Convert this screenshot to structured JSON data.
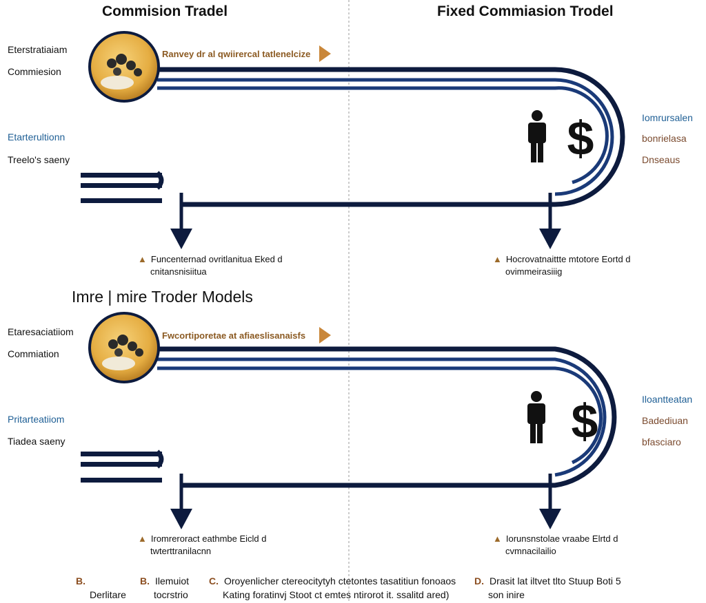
{
  "titles": {
    "left": "Commision Tradel",
    "right": "Fixed Commiasion Trodel",
    "section2": "Imre | mire Troder Models"
  },
  "panel1": {
    "label_top1": "Eterstratiaiam",
    "label_top2": "Commiesion",
    "label_mid1": "Etarterultionn",
    "label_mid2": "Treelo's saeny",
    "callout": "Ranvey dr al qwiirercal tatlenelcize",
    "right_labels": [
      "Iomrursalen",
      "bonrielasa",
      "Dnseaus"
    ],
    "note_left": [
      "Funcenternad ovritlanitua Eked d",
      "cnitansnisiitua"
    ],
    "note_right": [
      "Hocrovatnaittte mtotore Eortd d",
      "ovimmeirasiiig"
    ]
  },
  "panel2": {
    "label_top1": "Etaresaciatiiom",
    "label_top2": "Commiation",
    "label_mid1": "Pritarteatiiom",
    "label_mid2": "Tiadea saeny",
    "callout": "Fwcortiporetae at afiaeslisanaisfs",
    "right_labels": [
      "Iloantteatan",
      "Badediuan",
      "bfasciaro"
    ],
    "note_left": [
      "Iromreroract eathmbe Eicld d",
      "twterttranilacnn"
    ],
    "note_right": [
      "Iorunsnstolae vraabe Elrtd d",
      "cvmnacilailio"
    ]
  },
  "footer": [
    {
      "marker": "B.",
      "lines": [
        "",
        "Derlitare"
      ]
    },
    {
      "marker": "B.",
      "lines": [
        "Ilemuiot",
        "tocrstrio"
      ]
    },
    {
      "marker": "C.",
      "lines": [
        "Oroyenlicher ctereocitytyh ctetontes tasatitiun fonoaos",
        "Kating foratinvj Stoot ct emtes ntirorot it. ssalitd ared)"
      ]
    },
    {
      "marker": "D.",
      "lines": [
        "Drasit lat iltvet tlto Stuup Boti 5",
        "son inire"
      ]
    }
  ],
  "icons": {
    "coin": "coin-icon",
    "person": "person-icon",
    "dollar": "dollar-sign-icon",
    "arrow": "down-arrow-icon",
    "dollar_glyph": "$"
  },
  "colors": {
    "navy": "#0d1b3e",
    "blue": "#1a3a78",
    "gold": "#e9b54a",
    "orange": "#c9873a"
  }
}
